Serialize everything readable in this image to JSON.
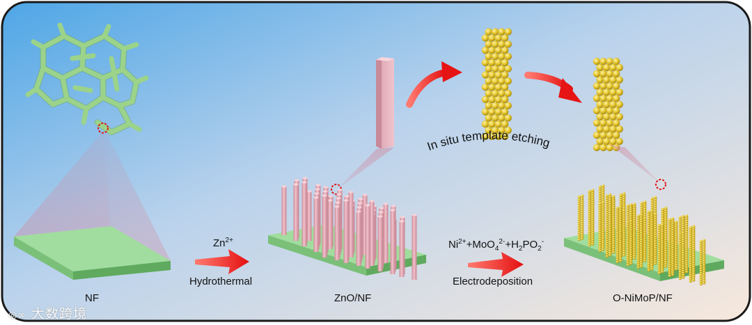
{
  "stages": [
    {
      "id": "nf",
      "label": "NF"
    },
    {
      "id": "zno",
      "label": "ZnO/NF"
    },
    {
      "id": "onimop",
      "label": "O-NiMoP/NF"
    }
  ],
  "steps": [
    {
      "id": "hydrothermal",
      "top_base": "Zn",
      "top_sup": "2+",
      "bottom": "Hydrothermal"
    },
    {
      "id": "electrodeposition",
      "top": {
        "ni": "Ni",
        "ni_sup": "2+",
        "mo": "+MoO",
        "mo_sub": "4",
        "mo_sup": "2-",
        "hp": "+H",
        "hp_sub": "2",
        "po": "PO",
        "po_sub": "2",
        "po_sup": "-"
      },
      "bottom": "Electrodeposition"
    },
    {
      "id": "etching",
      "label": "In situ template etching"
    }
  ],
  "watermark": "大数跨境",
  "colors": {
    "substrate": "#9ed99c",
    "rod": "#e8aab7",
    "sphere": "#e2c72a",
    "arrow": "#ee2020",
    "foam": "#a8df94",
    "zoom_cone": "#d891a5"
  },
  "icons": [
    "foam-structure-icon",
    "zoom-marker-icon",
    "watermark-logo-icon"
  ]
}
